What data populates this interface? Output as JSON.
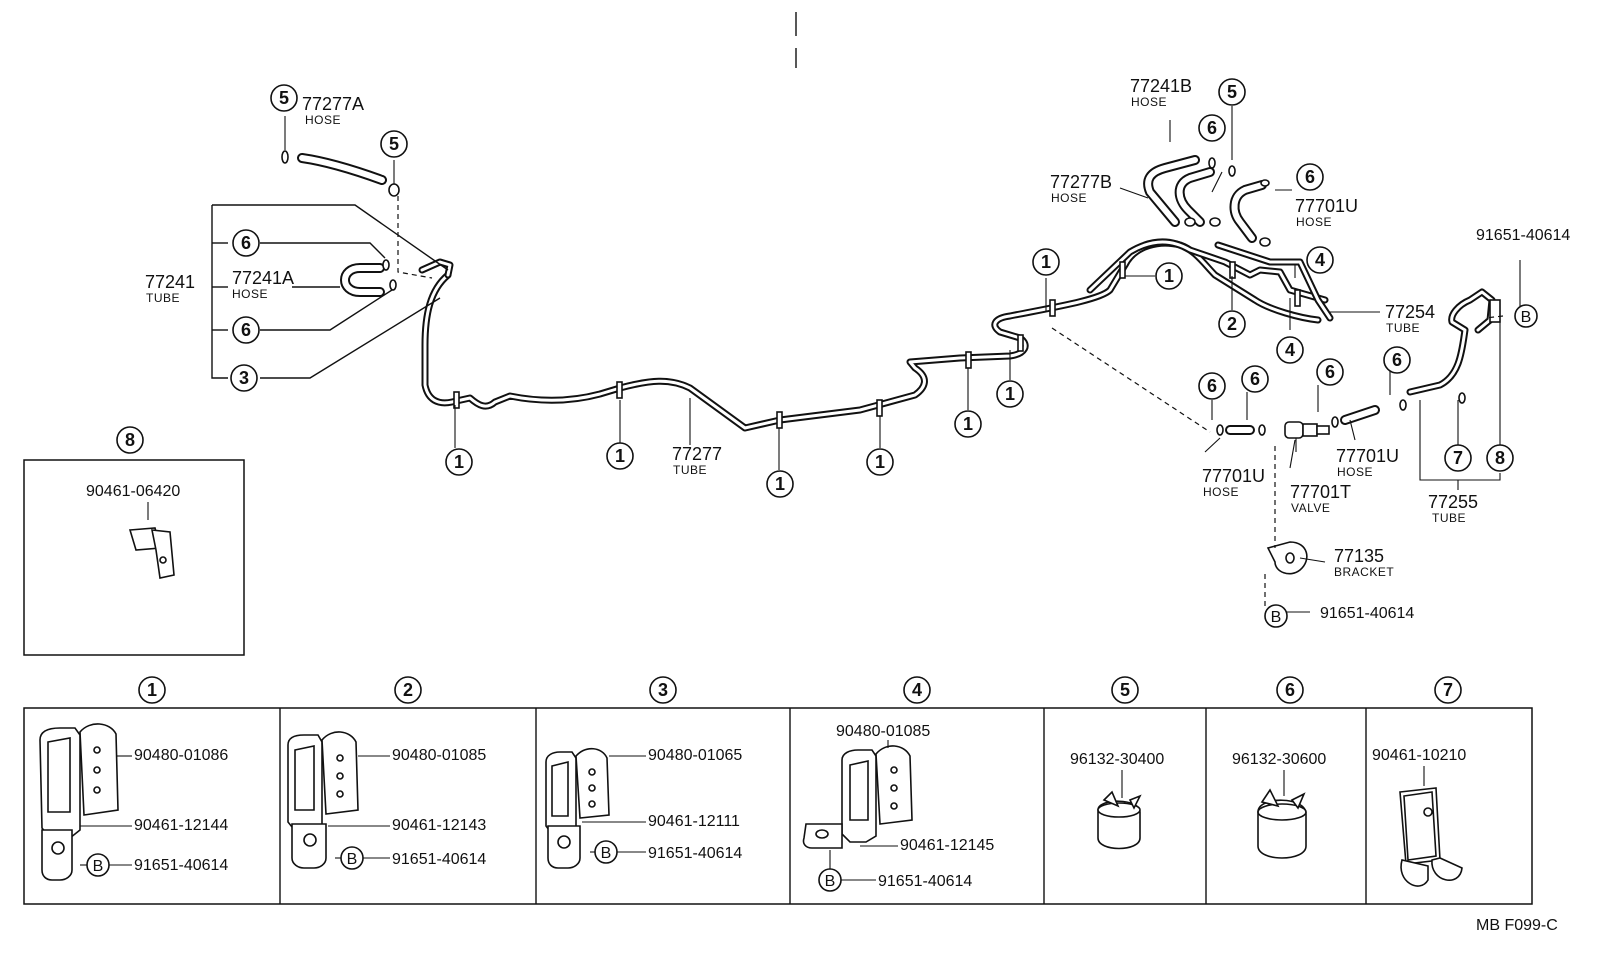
{
  "main_diagram": {
    "hose_77277A": {
      "number": "77277A",
      "type": "HOSE"
    },
    "hose_77241A": {
      "number": "77241A",
      "type": "HOSE"
    },
    "tube_77241": {
      "number": "77241",
      "type": "TUBE"
    },
    "tube_77277": {
      "number": "77277",
      "type": "TUBE"
    },
    "hose_77241B": {
      "number": "77241B",
      "type": "HOSE"
    },
    "hose_77277B": {
      "number": "77277B",
      "type": "HOSE"
    },
    "hose_77701U_top": {
      "number": "77701U",
      "type": "HOSE"
    },
    "tube_77254": {
      "number": "77254",
      "type": "TUBE"
    },
    "tube_77255": {
      "number": "77255",
      "type": "TUBE"
    },
    "hose_77701U_left": {
      "number": "77701U",
      "type": "HOSE"
    },
    "hose_77701U_right": {
      "number": "77701U",
      "type": "HOSE"
    },
    "valve_77701T": {
      "number": "77701T",
      "type": "VALVE"
    },
    "bracket_77135": {
      "number": "77135",
      "type": "BRACKET"
    },
    "bolt_right_top": "91651-40614",
    "bolt_bracket": "91651-40614",
    "bolt_letter": "B",
    "callouts": {
      "c1": "1",
      "c2": "2",
      "c3": "3",
      "c4": "4",
      "c5": "5",
      "c6": "6",
      "c7": "7",
      "c8": "8"
    }
  },
  "inset_8": {
    "number": "8",
    "part": "90461-06420"
  },
  "clamp_panels": [
    {
      "number": "1",
      "clamp": "90480-01086",
      "clip": "90461-12144",
      "bolt_letter": "B",
      "bolt": "91651-40614"
    },
    {
      "number": "2",
      "clamp": "90480-01085",
      "clip": "90461-12143",
      "bolt_letter": "B",
      "bolt": "91651-40614"
    },
    {
      "number": "3",
      "clamp": "90480-01065",
      "clip": "90461-12111",
      "bolt_letter": "B",
      "bolt": "91651-40614"
    },
    {
      "number": "4",
      "clamp": "90480-01085",
      "clip": "90461-12145",
      "bolt_letter": "B",
      "bolt": "91651-40614"
    },
    {
      "number": "5",
      "part": "96132-30400"
    },
    {
      "number": "6",
      "part": "96132-30600"
    },
    {
      "number": "7",
      "part": "90461-10210"
    }
  ],
  "footer_code": "MB  F099-C"
}
